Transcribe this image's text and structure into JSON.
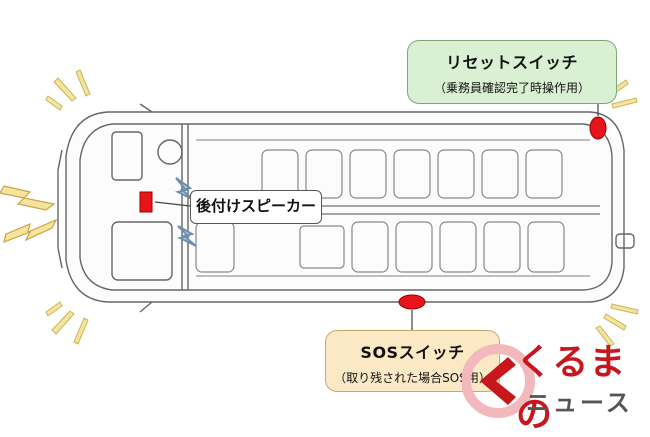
{
  "labels": {
    "reset_switch": {
      "title": "リセットスイッチ",
      "subtitle": "（乗務員確認完了時操作用）"
    },
    "speaker": {
      "title": "後付けスピーカー"
    },
    "sos_switch": {
      "title": "SOSスイッチ",
      "subtitle": "（取り残された場合SOS用）"
    }
  },
  "logo": {
    "line1": "くるまの",
    "line2": "ニュース"
  },
  "colors": {
    "marker_red": "#e8141c",
    "reset_fill": "#d9f0d3",
    "sos_fill": "#fbe9c6",
    "alert_yellow": "#f5e49a",
    "logo_red": "#c8161d"
  },
  "icons": [
    "sound-wave-icon",
    "warning-flash-icon",
    "speaker-icon"
  ]
}
